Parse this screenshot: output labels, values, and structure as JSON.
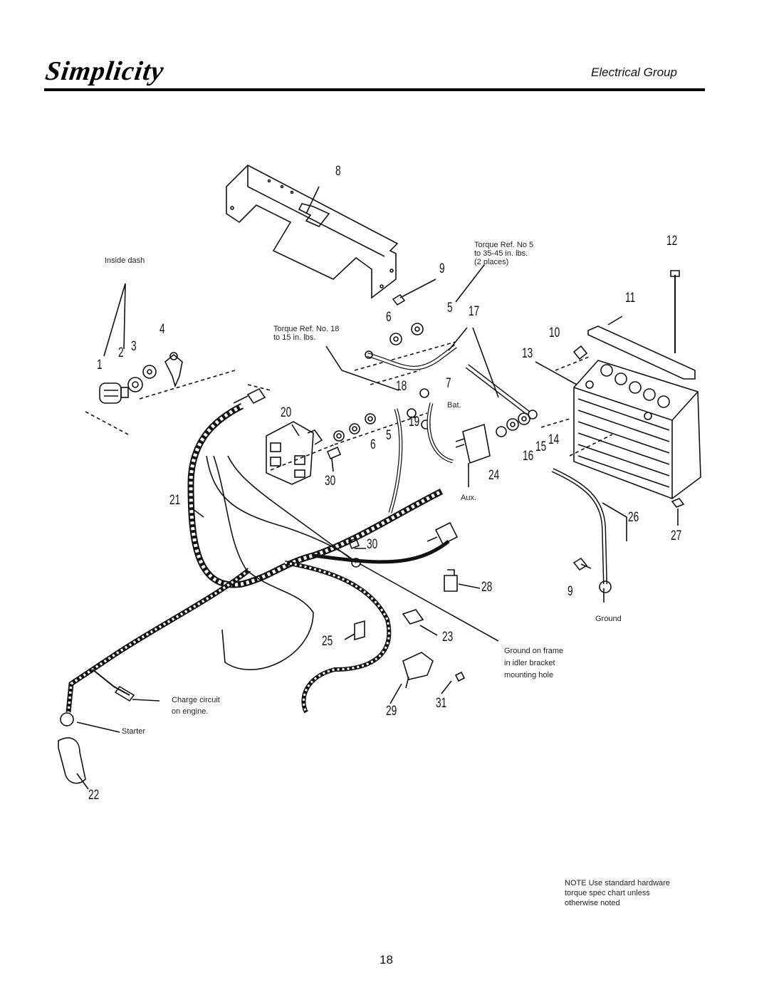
{
  "header": {
    "brand": "Simplicity",
    "section_title": "Electrical Group"
  },
  "callouts": {
    "torque_5": "Torque Ref. No 5\nto 35-45 in. lbs.\n(2 places)",
    "torque_18": "Torque Ref. No. 18\nto 15 in. lbs.",
    "inside_dash": "Inside dash",
    "bat": "Bat.",
    "aux": "Aux.",
    "ground": "Ground",
    "ground_frame": "Ground on frame\nin idler bracket\nmounting hole",
    "charge_circuit": "Charge circuit\non engine.",
    "starter": "Starter"
  },
  "part_numbers": [
    "1",
    "2",
    "3",
    "4",
    "5",
    "5",
    "6",
    "6",
    "7",
    "8",
    "9",
    "9",
    "10",
    "11",
    "12",
    "13",
    "14",
    "15",
    "16",
    "17",
    "18",
    "19",
    "20",
    "21",
    "22",
    "23",
    "24",
    "25",
    "26",
    "27",
    "28",
    "29",
    "30",
    "30",
    "31"
  ],
  "note": "NOTE Use standard hardware\ntorque spec chart unless\notherwise noted",
  "page_number": "18"
}
